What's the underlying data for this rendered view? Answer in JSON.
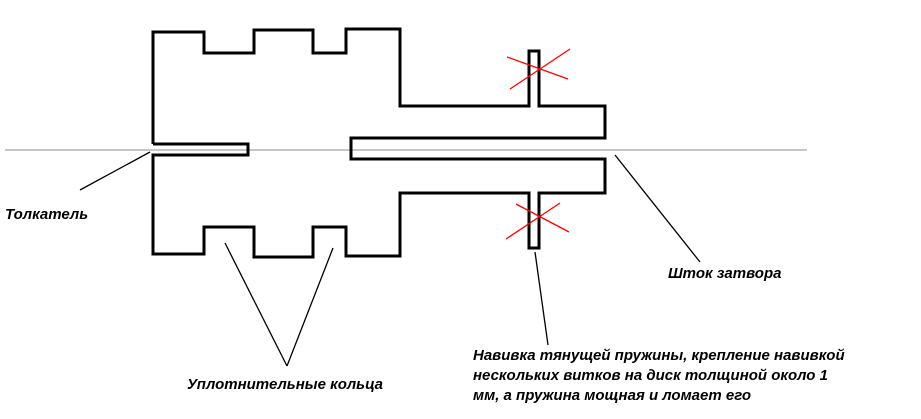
{
  "labels": {
    "pusher": "Толкатель",
    "valve_stem": "Шток затвора",
    "seal_rings": "Уплотнительные кольца",
    "spring_note": [
      "Навивка тянущей пружины, крепление навивкой",
      "нескольких витков на диск толщиной около 1",
      "мм, а пружина мощная и ломает его"
    ]
  },
  "colors": {
    "outline": "#000000",
    "axis": "#8c8c8c",
    "cross_mark": "#ff0000"
  }
}
